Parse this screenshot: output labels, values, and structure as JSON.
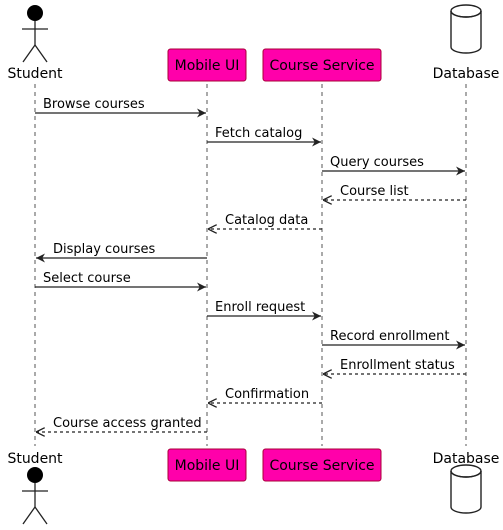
{
  "participants": [
    {
      "id": "student",
      "label": "Student",
      "kind": "actor"
    },
    {
      "id": "mobile_ui",
      "label": "Mobile UI",
      "kind": "box"
    },
    {
      "id": "course_service",
      "label": "Course Service",
      "kind": "box"
    },
    {
      "id": "database",
      "label": "Database",
      "kind": "database"
    }
  ],
  "messages": [
    {
      "from": "student",
      "to": "mobile_ui",
      "label": "Browse courses",
      "style": "solid"
    },
    {
      "from": "mobile_ui",
      "to": "course_service",
      "label": "Fetch catalog",
      "style": "solid"
    },
    {
      "from": "course_service",
      "to": "database",
      "label": "Query courses",
      "style": "solid"
    },
    {
      "from": "database",
      "to": "course_service",
      "label": "Course list",
      "style": "dashed"
    },
    {
      "from": "course_service",
      "to": "mobile_ui",
      "label": "Catalog data",
      "style": "dashed"
    },
    {
      "from": "mobile_ui",
      "to": "student",
      "label": "Display courses",
      "style": "solid"
    },
    {
      "from": "student",
      "to": "mobile_ui",
      "label": "Select course",
      "style": "solid"
    },
    {
      "from": "mobile_ui",
      "to": "course_service",
      "label": "Enroll request",
      "style": "solid"
    },
    {
      "from": "course_service",
      "to": "database",
      "label": "Record enrollment",
      "style": "solid"
    },
    {
      "from": "database",
      "to": "course_service",
      "label": "Enrollment status",
      "style": "dashed"
    },
    {
      "from": "course_service",
      "to": "mobile_ui",
      "label": "Confirmation",
      "style": "dashed"
    },
    {
      "from": "mobile_ui",
      "to": "student",
      "label": "Course access granted",
      "style": "dashed"
    }
  ],
  "colors": {
    "participant_fill": "#ff00aa",
    "participant_border": "#a80036",
    "line": "#222222",
    "lifeline": "#555555",
    "text": "#000000"
  }
}
